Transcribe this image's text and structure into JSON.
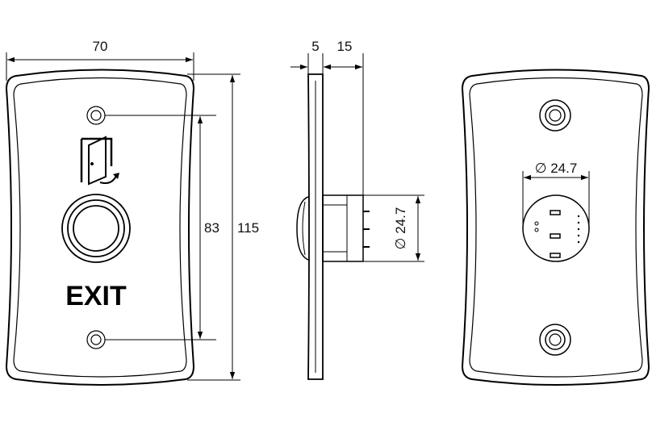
{
  "front_view": {
    "width_label": "70",
    "hole_spacing_label": "83",
    "height_label": "115",
    "button_text": "EXIT"
  },
  "side_view": {
    "plate_thickness_label": "5",
    "body_depth_label": "15",
    "body_diameter_label": "∅ 24.7"
  },
  "back_view": {
    "body_diameter_label": "∅ 24.7"
  }
}
